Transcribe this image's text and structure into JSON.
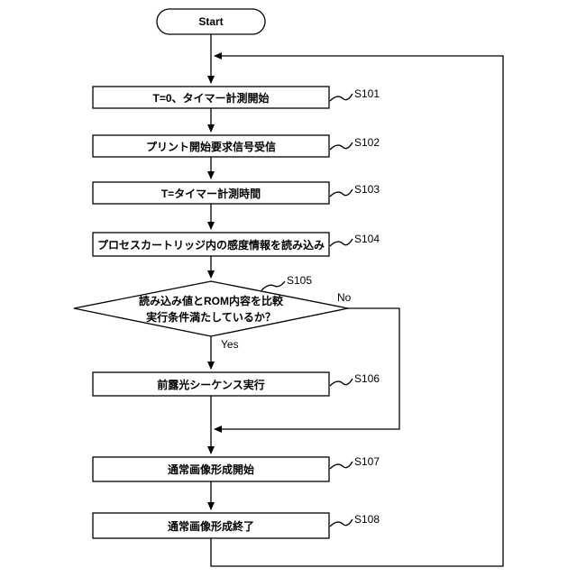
{
  "start": "Start",
  "steps": {
    "s101": {
      "text": "T=0、タイマー計測開始",
      "id": "S101"
    },
    "s102": {
      "text": "プリント開始要求信号受信",
      "id": "S102"
    },
    "s103": {
      "text": "T=タイマー計測時間",
      "id": "S103"
    },
    "s104": {
      "text": "プロセスカートリッジ内の感度情報を読み込み",
      "id": "S104"
    },
    "s105": {
      "line1": "読み込み値とROM内容を比較",
      "line2": "実行条件満たしているか？",
      "id": "S105",
      "yes": "Yes",
      "no": "No"
    },
    "s106": {
      "text": "前露光シーケンス実行",
      "id": "S106"
    },
    "s107": {
      "text": "通常画像形成開始",
      "id": "S107"
    },
    "s108": {
      "text": "通常画像形成終了",
      "id": "S108"
    }
  }
}
